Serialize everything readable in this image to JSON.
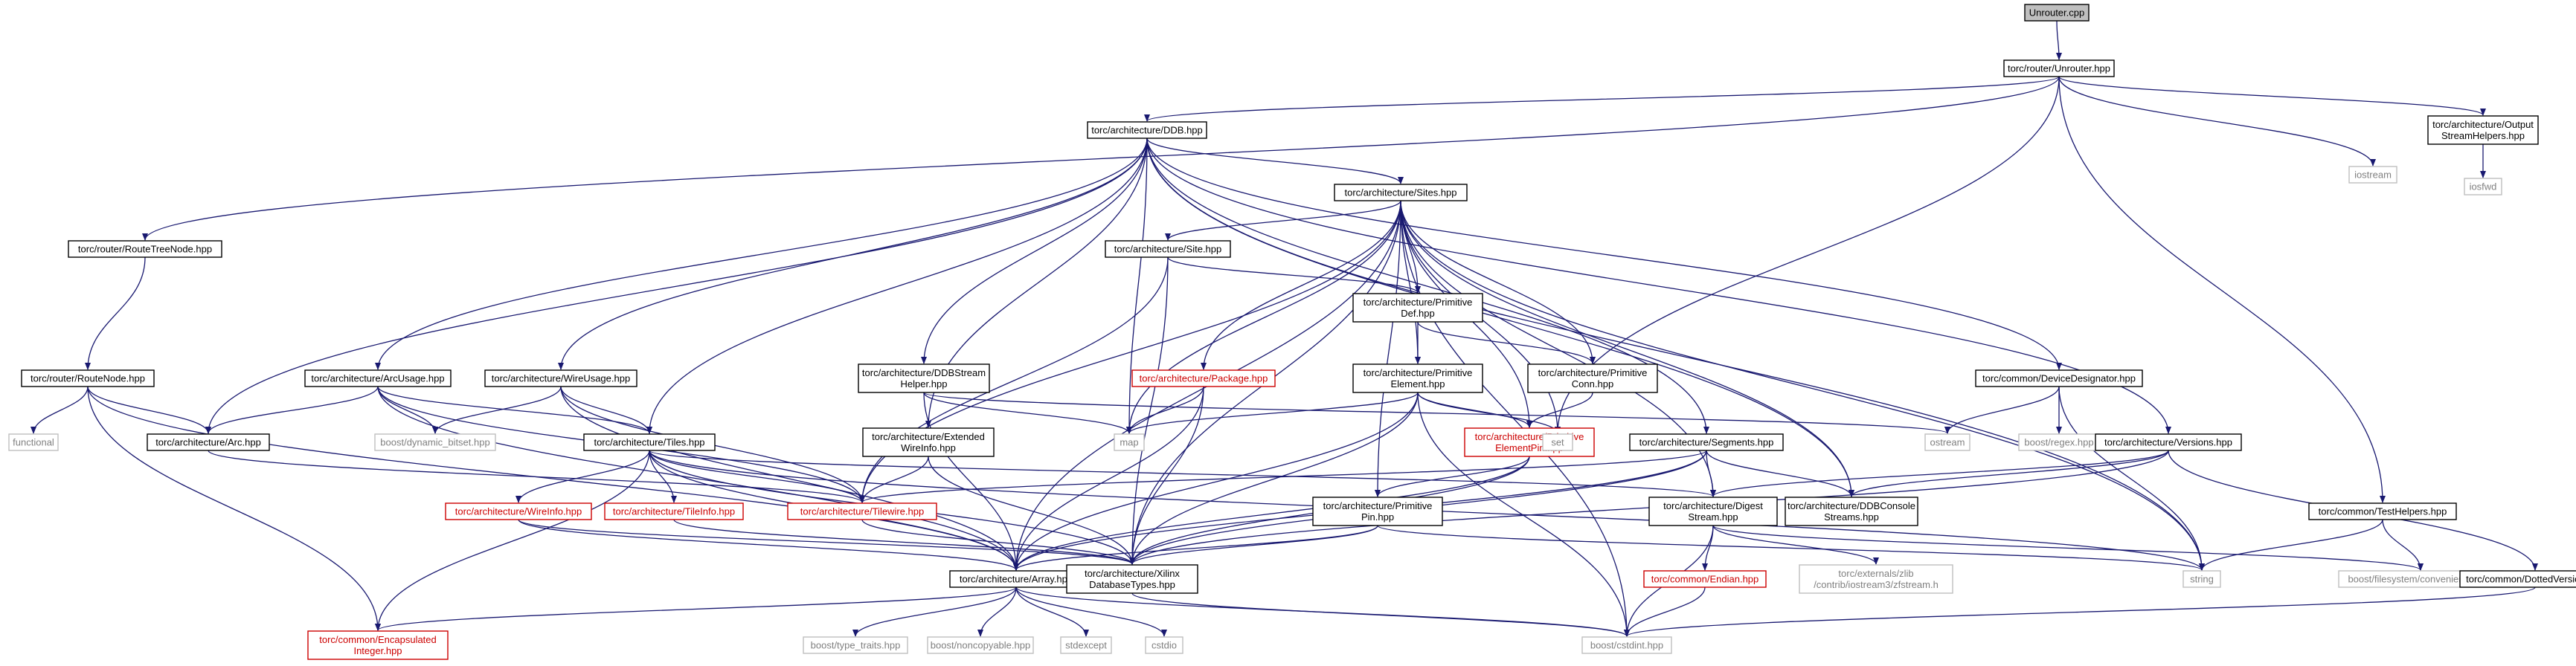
{
  "colors": {
    "edge": "#191970",
    "documented_border": "#000000",
    "documented_text": "#000000",
    "missing_border": "#cc0000",
    "missing_text": "#cc0000",
    "external_border": "#bfbfbf",
    "external_text": "#808080",
    "root_fill": "#bfbfbf"
  },
  "nodes": [
    {
      "id": "unrouter_cpp",
      "lines": [
        "Unrouter.cpp"
      ],
      "kind": "root"
    },
    {
      "id": "unrouter_hpp",
      "lines": [
        "torc/router/Unrouter.hpp"
      ],
      "kind": "doc"
    },
    {
      "id": "ddb",
      "lines": [
        "torc/architecture/DDB.hpp"
      ],
      "kind": "doc"
    },
    {
      "id": "iostream",
      "lines": [
        "iostream"
      ],
      "kind": "ext"
    },
    {
      "id": "outstream",
      "lines": [
        "torc/architecture/Output",
        "StreamHelpers.hpp"
      ],
      "kind": "doc"
    },
    {
      "id": "iosfwd",
      "lines": [
        "iosfwd"
      ],
      "kind": "ext"
    },
    {
      "id": "routetreenode",
      "lines": [
        "torc/router/RouteTreeNode.hpp"
      ],
      "kind": "doc"
    },
    {
      "id": "routenode",
      "lines": [
        "torc/router/RouteNode.hpp"
      ],
      "kind": "doc"
    },
    {
      "id": "functional",
      "lines": [
        "functional"
      ],
      "kind": "ext"
    },
    {
      "id": "arc",
      "lines": [
        "torc/architecture/Arc.hpp"
      ],
      "kind": "doc"
    },
    {
      "id": "arcusage",
      "lines": [
        "torc/architecture/ArcUsage.hpp"
      ],
      "kind": "doc"
    },
    {
      "id": "wireusage",
      "lines": [
        "torc/architecture/WireUsage.hpp"
      ],
      "kind": "doc"
    },
    {
      "id": "dynbitset",
      "lines": [
        "boost/dynamic_bitset.hpp"
      ],
      "kind": "ext"
    },
    {
      "id": "tiles",
      "lines": [
        "torc/architecture/Tiles.hpp"
      ],
      "kind": "doc"
    },
    {
      "id": "wireinfo",
      "lines": [
        "torc/architecture/WireInfo.hpp"
      ],
      "kind": "missing"
    },
    {
      "id": "tileinfo",
      "lines": [
        "torc/architecture/TileInfo.hpp"
      ],
      "kind": "missing"
    },
    {
      "id": "encint",
      "lines": [
        "torc/common/Encapsulated",
        "Integer.hpp"
      ],
      "kind": "missing"
    },
    {
      "id": "sites",
      "lines": [
        "torc/architecture/Sites.hpp"
      ],
      "kind": "doc"
    },
    {
      "id": "site",
      "lines": [
        "torc/architecture/Site.hpp"
      ],
      "kind": "doc"
    },
    {
      "id": "primdef",
      "lines": [
        "torc/architecture/Primitive",
        "Def.hpp"
      ],
      "kind": "doc"
    },
    {
      "id": "primelem",
      "lines": [
        "torc/architecture/Primitive",
        "Element.hpp"
      ],
      "kind": "doc"
    },
    {
      "id": "primconn",
      "lines": [
        "torc/architecture/Primitive",
        "Conn.hpp"
      ],
      "kind": "doc"
    },
    {
      "id": "primelempin",
      "lines": [
        "torc/architecture/Primitive",
        "ElementPin.hpp"
      ],
      "kind": "missing"
    },
    {
      "id": "primpin",
      "lines": [
        "torc/architecture/Primitive",
        "Pin.hpp"
      ],
      "kind": "doc"
    },
    {
      "id": "package",
      "lines": [
        "torc/architecture/Package.hpp"
      ],
      "kind": "missing"
    },
    {
      "id": "ddbstream",
      "lines": [
        "torc/architecture/DDBStream",
        "Helper.hpp"
      ],
      "kind": "doc"
    },
    {
      "id": "extwire",
      "lines": [
        "torc/architecture/Extended",
        "WireInfo.hpp"
      ],
      "kind": "doc"
    },
    {
      "id": "tilewire",
      "lines": [
        "torc/architecture/Tilewire.hpp"
      ],
      "kind": "missing"
    },
    {
      "id": "map",
      "lines": [
        "map"
      ],
      "kind": "ext"
    },
    {
      "id": "set",
      "lines": [
        "set"
      ],
      "kind": "ext"
    },
    {
      "id": "ostream",
      "lines": [
        "ostream"
      ],
      "kind": "ext"
    },
    {
      "id": "segments",
      "lines": [
        "torc/architecture/Segments.hpp"
      ],
      "kind": "doc"
    },
    {
      "id": "digest",
      "lines": [
        "torc/architecture/Digest",
        "Stream.hpp"
      ],
      "kind": "doc"
    },
    {
      "id": "ddbconsole",
      "lines": [
        "torc/architecture/DDBConsole",
        "Streams.hpp"
      ],
      "kind": "doc"
    },
    {
      "id": "endian",
      "lines": [
        "torc/common/Endian.hpp"
      ],
      "kind": "missing"
    },
    {
      "id": "zfstream",
      "lines": [
        "torc/externals/zlib",
        "/contrib/iostream3/zfstream.h"
      ],
      "kind": "ext"
    },
    {
      "id": "devdesig",
      "lines": [
        "torc/common/DeviceDesignator.hpp"
      ],
      "kind": "doc"
    },
    {
      "id": "regex",
      "lines": [
        "boost/regex.hpp"
      ],
      "kind": "ext"
    },
    {
      "id": "versions",
      "lines": [
        "torc/architecture/Versions.hpp"
      ],
      "kind": "doc"
    },
    {
      "id": "testhelpers",
      "lines": [
        "torc/common/TestHelpers.hpp"
      ],
      "kind": "doc"
    },
    {
      "id": "string",
      "lines": [
        "string"
      ],
      "kind": "ext"
    },
    {
      "id": "fsconv",
      "lines": [
        "boost/filesystem/convenience.hpp"
      ],
      "kind": "ext"
    },
    {
      "id": "dotted",
      "lines": [
        "torc/common/DottedVersion.hpp"
      ],
      "kind": "doc"
    },
    {
      "id": "array",
      "lines": [
        "torc/architecture/Array.hpp"
      ],
      "kind": "doc"
    },
    {
      "id": "xilinx",
      "lines": [
        "torc/architecture/Xilinx",
        "DatabaseTypes.hpp"
      ],
      "kind": "doc"
    },
    {
      "id": "cstdint",
      "lines": [
        "boost/cstdint.hpp"
      ],
      "kind": "ext"
    },
    {
      "id": "typetraits",
      "lines": [
        "boost/type_traits.hpp"
      ],
      "kind": "ext"
    },
    {
      "id": "noncopy",
      "lines": [
        "boost/noncopyable.hpp"
      ],
      "kind": "ext"
    },
    {
      "id": "stdexcept",
      "lines": [
        "stdexcept"
      ],
      "kind": "ext"
    },
    {
      "id": "cstdio",
      "lines": [
        "cstdio"
      ],
      "kind": "ext"
    }
  ],
  "edges": [
    [
      "unrouter_cpp",
      "unrouter_hpp"
    ],
    [
      "unrouter_hpp",
      "ddb"
    ],
    [
      "unrouter_hpp",
      "iostream"
    ],
    [
      "unrouter_hpp",
      "outstream"
    ],
    [
      "unrouter_hpp",
      "routetreenode"
    ],
    [
      "unrouter_hpp",
      "set"
    ],
    [
      "unrouter_hpp",
      "testhelpers"
    ],
    [
      "outstream",
      "iosfwd"
    ],
    [
      "routetreenode",
      "routenode"
    ],
    [
      "routenode",
      "functional"
    ],
    [
      "routenode",
      "arc"
    ],
    [
      "routenode",
      "encint"
    ],
    [
      "routenode",
      "array"
    ],
    [
      "ddb",
      "sites"
    ],
    [
      "ddb",
      "arc"
    ],
    [
      "ddb",
      "arcusage"
    ],
    [
      "ddb",
      "wireusage"
    ],
    [
      "ddb",
      "tiles"
    ],
    [
      "ddb",
      "ddbstream"
    ],
    [
      "ddb",
      "extwire"
    ],
    [
      "ddb",
      "map"
    ],
    [
      "ddb",
      "segments"
    ],
    [
      "ddb",
      "ddbconsole"
    ],
    [
      "ddb",
      "devdesig"
    ],
    [
      "ddb",
      "versions"
    ],
    [
      "ddb",
      "string"
    ],
    [
      "arcusage",
      "arc"
    ],
    [
      "arcusage",
      "tiles"
    ],
    [
      "arcusage",
      "dynbitset"
    ],
    [
      "arcusage",
      "tilewire"
    ],
    [
      "arcusage",
      "array"
    ],
    [
      "wireusage",
      "tiles"
    ],
    [
      "wireusage",
      "dynbitset"
    ],
    [
      "wireusage",
      "tilewire"
    ],
    [
      "wireusage",
      "array"
    ],
    [
      "arc",
      "tilewire"
    ],
    [
      "tiles",
      "wireinfo"
    ],
    [
      "tiles",
      "tileinfo"
    ],
    [
      "tiles",
      "tilewire"
    ],
    [
      "tiles",
      "encint"
    ],
    [
      "tiles",
      "array"
    ],
    [
      "tiles",
      "xilinx"
    ],
    [
      "tiles",
      "digest"
    ],
    [
      "tiles",
      "string"
    ],
    [
      "wireinfo",
      "array"
    ],
    [
      "wireinfo",
      "xilinx"
    ],
    [
      "tileinfo",
      "xilinx"
    ],
    [
      "sites",
      "site"
    ],
    [
      "sites",
      "primdef"
    ],
    [
      "sites",
      "primelem"
    ],
    [
      "sites",
      "primconn"
    ],
    [
      "sites",
      "primelempin"
    ],
    [
      "sites",
      "primpin"
    ],
    [
      "sites",
      "package"
    ],
    [
      "sites",
      "tilewire"
    ],
    [
      "sites",
      "map"
    ],
    [
      "sites",
      "set"
    ],
    [
      "sites",
      "array"
    ],
    [
      "sites",
      "xilinx"
    ],
    [
      "sites",
      "digest"
    ],
    [
      "sites",
      "ddbconsole"
    ],
    [
      "sites",
      "cstdint"
    ],
    [
      "sites",
      "string"
    ],
    [
      "site",
      "primdef"
    ],
    [
      "site",
      "tilewire"
    ],
    [
      "site",
      "xilinx"
    ],
    [
      "primdef",
      "primelem"
    ],
    [
      "primdef",
      "primconn"
    ],
    [
      "primelem",
      "primelempin"
    ],
    [
      "primelem",
      "map"
    ],
    [
      "primelem",
      "set"
    ],
    [
      "primelem",
      "array"
    ],
    [
      "primelem",
      "xilinx"
    ],
    [
      "primelem",
      "cstdint"
    ],
    [
      "primconn",
      "primelempin"
    ],
    [
      "primelempin",
      "primpin"
    ],
    [
      "primelempin",
      "array"
    ],
    [
      "primelempin",
      "xilinx"
    ],
    [
      "primpin",
      "array"
    ],
    [
      "primpin",
      "xilinx"
    ],
    [
      "primpin",
      "string"
    ],
    [
      "package",
      "map"
    ],
    [
      "package",
      "array"
    ],
    [
      "package",
      "xilinx"
    ],
    [
      "ddbstream",
      "map"
    ],
    [
      "ddbstream",
      "ostream"
    ],
    [
      "ddbstream",
      "array"
    ],
    [
      "extwire",
      "tilewire"
    ],
    [
      "extwire",
      "xilinx"
    ],
    [
      "tilewire",
      "xilinx"
    ],
    [
      "segments",
      "tilewire"
    ],
    [
      "segments",
      "digest"
    ],
    [
      "segments",
      "ddbconsole"
    ],
    [
      "segments",
      "array"
    ],
    [
      "segments",
      "xilinx"
    ],
    [
      "digest",
      "endian"
    ],
    [
      "digest",
      "zfstream"
    ],
    [
      "digest",
      "cstdint"
    ],
    [
      "digest",
      "fsconv"
    ],
    [
      "endian",
      "cstdint"
    ],
    [
      "devdesig",
      "ostream"
    ],
    [
      "devdesig",
      "regex"
    ],
    [
      "devdesig",
      "string"
    ],
    [
      "versions",
      "digest"
    ],
    [
      "versions",
      "ddbconsole"
    ],
    [
      "versions",
      "dotted"
    ],
    [
      "versions",
      "xilinx"
    ],
    [
      "testhelpers",
      "string"
    ],
    [
      "testhelpers",
      "fsconv"
    ],
    [
      "dotted",
      "cstdint"
    ],
    [
      "array",
      "typetraits"
    ],
    [
      "array",
      "noncopy"
    ],
    [
      "array",
      "stdexcept"
    ],
    [
      "array",
      "cstdio"
    ],
    [
      "array",
      "cstdint"
    ],
    [
      "array",
      "encint"
    ],
    [
      "xilinx",
      "cstdint"
    ]
  ]
}
